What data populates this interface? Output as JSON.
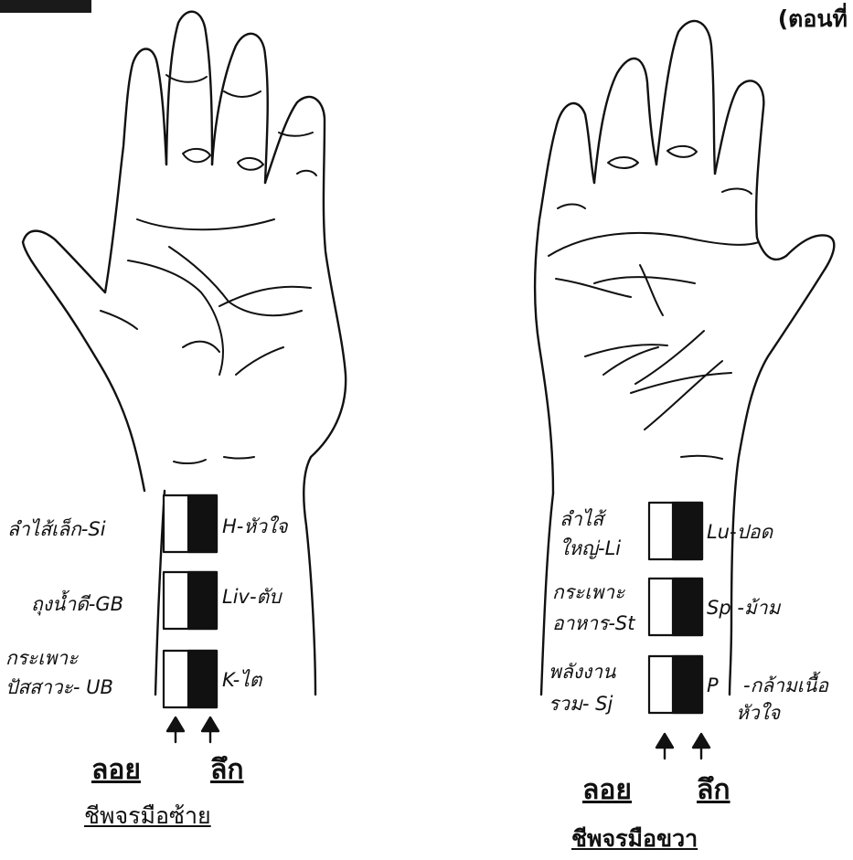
{
  "header": {
    "text": "(ตอนที่"
  },
  "left_hand": {
    "row1": {
      "outer": "ลำไส้เล็ก-Si",
      "inner": "H-หัวใจ"
    },
    "row2": {
      "outer": "ถุงน้ำดี-GB",
      "inner": "Liv-ตับ"
    },
    "row3": {
      "outer_line1": "กระเพาะ",
      "outer_line2": "ปัสสาวะ-  UB",
      "inner": "K-ไต"
    },
    "superficial": "ลอย",
    "deep": "ลึก",
    "caption": "ชีพจรมือซ้าย"
  },
  "right_hand": {
    "row1": {
      "outer_line1": "ลำไส้",
      "outer_line2": "ใหญ่-Li",
      "inner": "Lu-ปอด"
    },
    "row2": {
      "outer_line1": "กระเพาะ",
      "outer_line2": "อาหาร-St",
      "inner": "Sp -ม้าม"
    },
    "row3": {
      "outer_line1": "พลังงาน",
      "outer_line2": "รวม- Sj",
      "inner": "P",
      "far_line1": "-กล้ามเนื้อ",
      "far_line2": "หัวใจ"
    },
    "superficial": "ลอย",
    "deep": "ลึก",
    "caption": "ชีพจรมือขวา"
  }
}
